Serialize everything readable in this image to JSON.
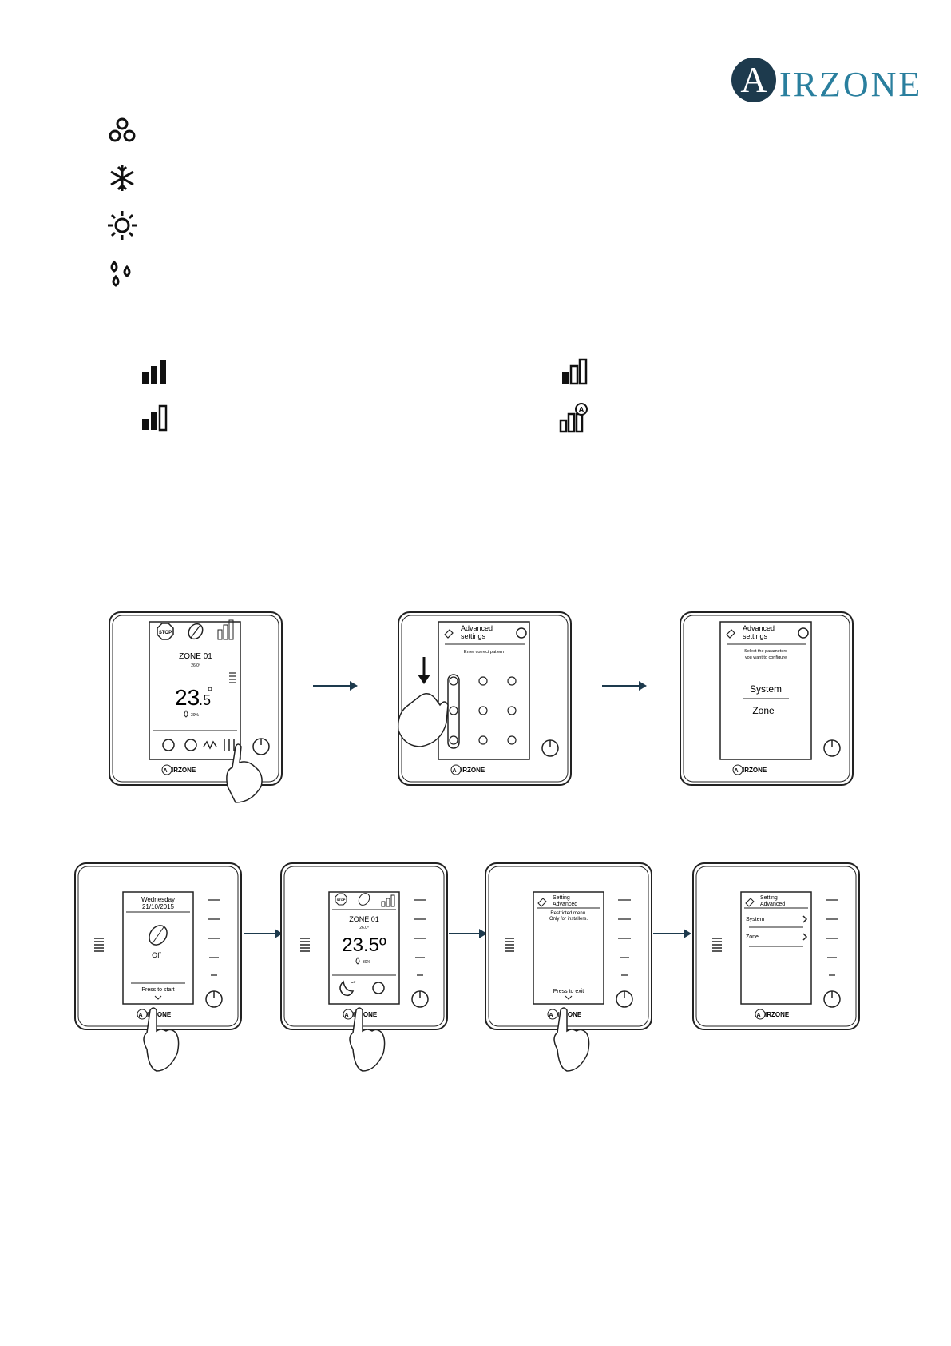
{
  "brand": {
    "logo_letter": "A",
    "logo_rest": "IRZONE",
    "primary_color": "#1d3a4d",
    "accent_color": "#2a7f9e"
  },
  "mode_icons": [
    "fan-icon",
    "snowflake-icon",
    "sun-icon",
    "drops-icon"
  ],
  "signal_icons": [
    "signal-high-icon",
    "signal-mid-icon",
    "signal-low-icon",
    "signal-auto-icon"
  ],
  "device_brand": "IRZONE",
  "step1": {
    "zone": "ZONE 01",
    "setpoint": "26.0º",
    "temp_main": "23",
    "temp_dec": ".5",
    "humidity": "30%",
    "stop": "STOP"
  },
  "step2": {
    "title_line1": "Advanced",
    "title_line2": "settings",
    "subtitle": "Enter correct pattern"
  },
  "step3": {
    "title_line1": "Advanced",
    "title_line2": "settings",
    "subtitle_line1": "Select the parameters",
    "subtitle_line2": "you want to configure",
    "option1": "System",
    "option2": "Zone"
  },
  "step4": {
    "day": "Wednesday",
    "date": "21/10/2015",
    "status": "Off",
    "footer": "Press to start"
  },
  "step5": {
    "zone": "ZONE 01",
    "setpoint": "26.0º",
    "temp": "23.5º",
    "humidity": "30%",
    "stop": "STOP",
    "off_small": "off"
  },
  "step6": {
    "title_line1": "Setting",
    "title_line2": "Advanced",
    "note_line1": "Restricted menu.",
    "note_line2": "Only for installers.",
    "footer": "Press to exit"
  },
  "step7": {
    "title_line1": "Setting",
    "title_line2": "Advanced",
    "item1": "System",
    "item2": "Zone"
  }
}
